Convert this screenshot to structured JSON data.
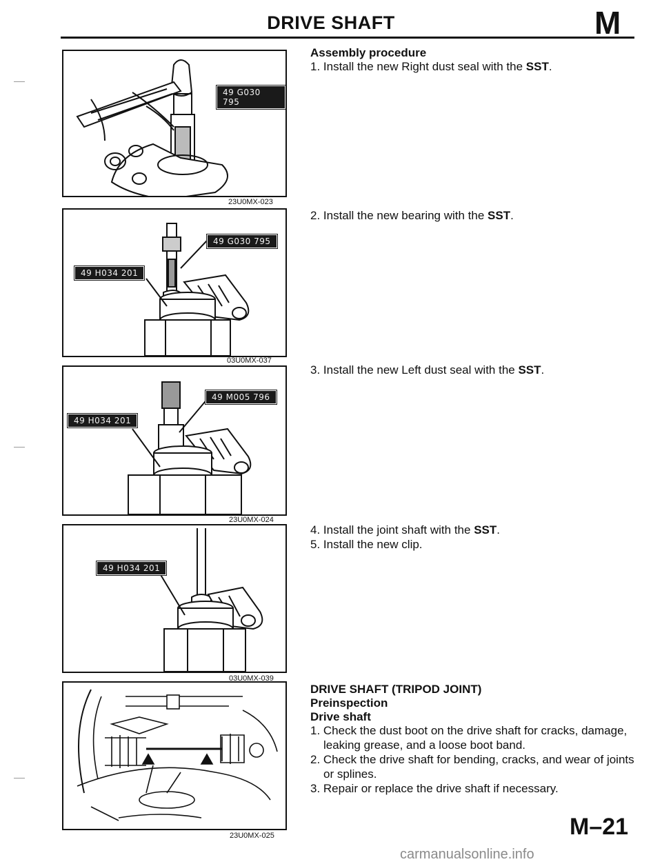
{
  "header": {
    "title": "DRIVE SHAFT",
    "section_letter": "M"
  },
  "figures": [
    {
      "code": "23U0MX-023",
      "tags": [
        "49 G030 795"
      ]
    },
    {
      "code": "03U0MX-037",
      "tags": [
        "49 G030 795",
        "49 H034 201"
      ]
    },
    {
      "code": "23U0MX-024",
      "tags": [
        "49 M005 796",
        "49 H034 201"
      ]
    },
    {
      "code": "03U0MX-039",
      "tags": [
        "49 H034 201"
      ]
    },
    {
      "code": "23U0MX-025",
      "tags": []
    }
  ],
  "assembly": {
    "heading": "Assembly procedure",
    "steps": [
      {
        "text": "1. Install the new Right dust seal with the ",
        "sst": "SST",
        "end": "."
      },
      {
        "text": "2. Install the new bearing with the ",
        "sst": "SST",
        "end": "."
      },
      {
        "text": "3. Install the new Left dust seal with the ",
        "sst": "SST",
        "end": "."
      },
      {
        "text": "4. Install the joint shaft with the ",
        "sst": "SST",
        "end": "."
      },
      {
        "text": "5. Install the new clip."
      }
    ]
  },
  "tripod": {
    "heading": "DRIVE SHAFT (TRIPOD JOINT)",
    "subheading": "Preinspection",
    "subsubheading": "Drive shaft",
    "items": [
      {
        "first": "1. Check the dust boot on the drive shaft for cracks, damage,",
        "second": "leaking grease, and a loose boot band."
      },
      {
        "first": "2. Check the drive shaft for bending, cracks, and wear of joints",
        "second": "or splines."
      },
      {
        "first": "3. Repair or replace the drive shaft if necessary."
      }
    ]
  },
  "footer": {
    "page_number": "M–21",
    "watermark": "carmanualsonline.info"
  }
}
